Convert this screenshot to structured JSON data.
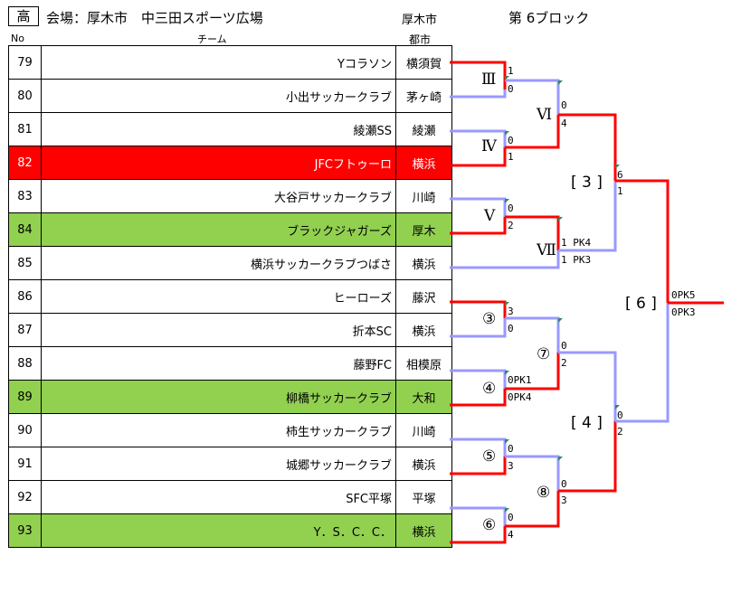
{
  "header": {
    "level": "高",
    "venue": "会場：厚木市　中三田スポーツ広場",
    "city_header": "厚木市",
    "block": "第 6ブロック",
    "col_no": "No",
    "col_team": "チーム",
    "col_city": "都市"
  },
  "teams": [
    {
      "no": "79",
      "name": "Yコラソン",
      "city": "横須賀",
      "style": "normal"
    },
    {
      "no": "80",
      "name": "小出サッカークラブ",
      "city": "茅ヶ崎",
      "style": "normal"
    },
    {
      "no": "81",
      "name": "綾瀬SS",
      "city": "綾瀬",
      "style": "normal"
    },
    {
      "no": "82",
      "name": "JFCフトゥーロ",
      "city": "横浜",
      "style": "red"
    },
    {
      "no": "83",
      "name": "大谷戸サッカークラブ",
      "city": "川崎",
      "style": "normal"
    },
    {
      "no": "84",
      "name": "ブラックジャガーズ",
      "city": "厚木",
      "style": "green"
    },
    {
      "no": "85",
      "name": "横浜サッカークラブつばさ",
      "city": "横浜",
      "style": "normal"
    },
    {
      "no": "86",
      "name": "ヒーローズ",
      "city": "藤沢",
      "style": "normal"
    },
    {
      "no": "87",
      "name": "折本SC",
      "city": "横浜",
      "style": "normal"
    },
    {
      "no": "88",
      "name": "藤野FC",
      "city": "相模原",
      "style": "normal"
    },
    {
      "no": "89",
      "name": "柳橋サッカークラブ",
      "city": "大和",
      "style": "green"
    },
    {
      "no": "90",
      "name": "柿生サッカークラブ",
      "city": "川崎",
      "style": "normal"
    },
    {
      "no": "91",
      "name": "城郷サッカークラブ",
      "city": "横浜",
      "style": "normal"
    },
    {
      "no": "92",
      "name": "SFC平塚",
      "city": "平塚",
      "style": "normal"
    },
    {
      "no": "93",
      "name": "Y．S．C．C．",
      "city": "横浜",
      "style": "green"
    }
  ],
  "matches": {
    "m3": {
      "label": "Ⅲ",
      "top": "1",
      "bottom": "0"
    },
    "m4": {
      "label": "Ⅳ",
      "top": "0",
      "bottom": "1"
    },
    "m5": {
      "label": "Ⅴ",
      "top": "0",
      "bottom": "2"
    },
    "m6": {
      "label": "Ⅵ",
      "top": "0",
      "bottom": "4"
    },
    "m7": {
      "label": "Ⅶ",
      "top": "1 PK4",
      "bottom": "1 PK3"
    },
    "c3": {
      "label": "③",
      "top": "3",
      "bottom": "0"
    },
    "c4": {
      "label": "④",
      "top": "0PK1",
      "bottom": "0PK4"
    },
    "c5": {
      "label": "⑤",
      "top": "0",
      "bottom": "3"
    },
    "c6": {
      "label": "⑥",
      "top": "0",
      "bottom": "4"
    },
    "c7": {
      "label": "⑦",
      "top": "0",
      "bottom": "2"
    },
    "c8": {
      "label": "⑧",
      "top": "0",
      "bottom": "3"
    },
    "b3": {
      "label": "[ 3 ]",
      "top": "6",
      "bottom": "1"
    },
    "b4": {
      "label": "[ 4 ]",
      "top": "0",
      "bottom": "2"
    },
    "b6": {
      "label": "[ 6 ]",
      "top": "0PK5",
      "bottom": "0PK3"
    }
  },
  "colors": {
    "win": "#ff0000",
    "lose": "#9999ff",
    "red_row": "#ff0000",
    "green_row": "#92d050"
  }
}
